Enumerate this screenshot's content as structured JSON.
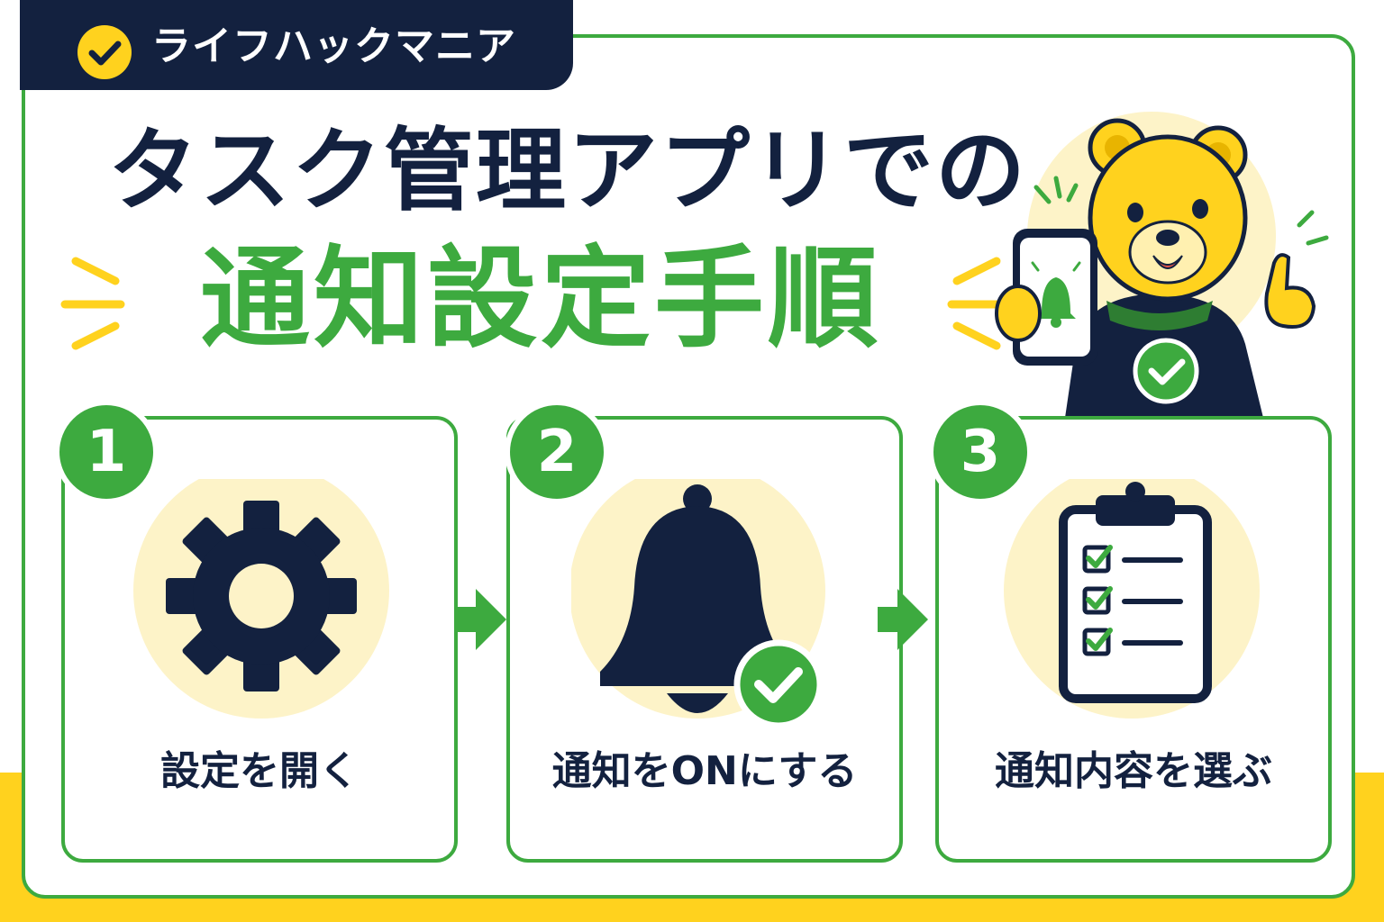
{
  "brand": {
    "name": "ライフハックマニア"
  },
  "title": {
    "line1": "タスク管理アプリでの",
    "line2": "通知設定手順"
  },
  "steps": [
    {
      "number": "1",
      "label": "設定を開く",
      "icon": "gear-icon"
    },
    {
      "number": "2",
      "label": "通知をONにする",
      "icon": "bell-icon"
    },
    {
      "number": "3",
      "label": "通知内容を選ぶ",
      "icon": "clipboard-checklist-icon"
    }
  ],
  "mascot": {
    "icon": "bear-mascot-with-phone"
  },
  "colors": {
    "accent_green": "#3DAA3F",
    "navy": "#13213F",
    "yellow": "#FFD21E",
    "pale_yellow": "#FDF3C8",
    "background": "#FFFFFF"
  }
}
